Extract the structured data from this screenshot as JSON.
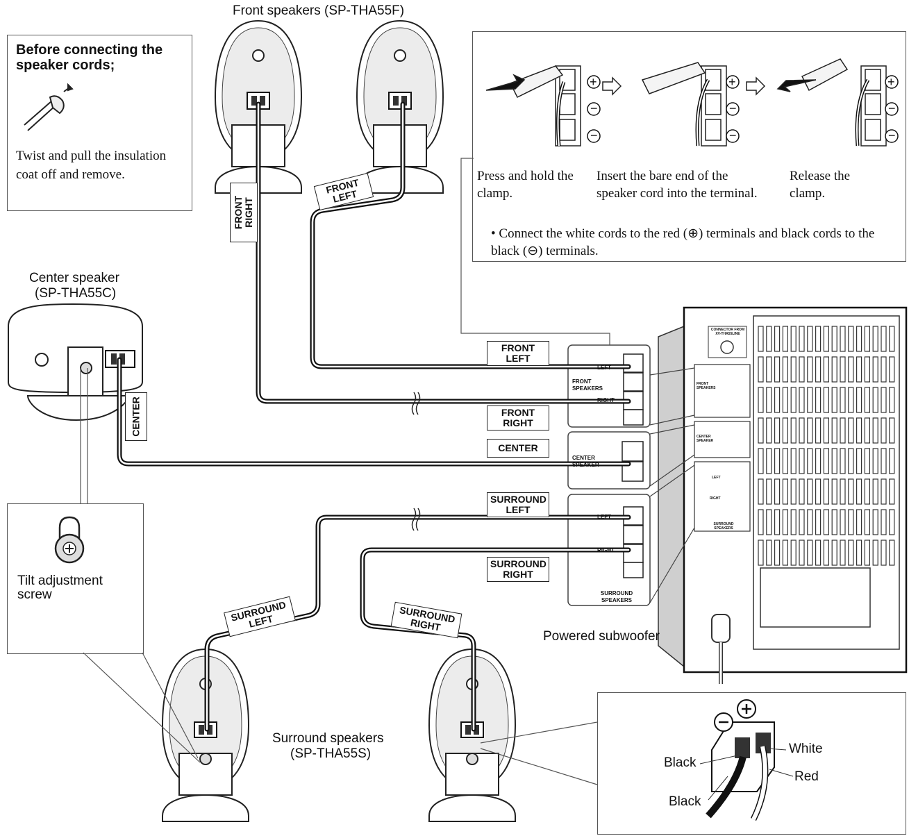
{
  "front_speakers": {
    "label": "Front speakers (SP-THA55F)"
  },
  "center_speaker": {
    "label_line1": "Center speaker",
    "label_line2": "(SP-THA55C)"
  },
  "surround_speakers": {
    "label_line1": "Surround speakers",
    "label_line2": "(SP-THA55S)"
  },
  "subwoofer": {
    "label": "Powered subwoofer",
    "connector_label": "CONNECTOR FROM XV-THA55LINE",
    "front_label": "FRONT SPEAKERS",
    "center_label": "CENTER SPEAKER",
    "surround_label": "SURROUND SPEAKERS",
    "left": "LEFT",
    "right": "RIGHT"
  },
  "prep_box": {
    "title_line1": "Before connecting the",
    "title_line2": "speaker cords;",
    "text": "Twist and pull the insulation coat off and remove."
  },
  "steps_box": {
    "step1": "Press and hold the clamp.",
    "step2": "Insert the bare end of the speaker cord into the terminal.",
    "step3": "Release the clamp.",
    "note": "• Connect the white cords to the red (⊕) terminals and black cords to the black (⊖) terminals."
  },
  "cord_tags": {
    "front_right": "FRONT RIGHT",
    "front_left": "FRONT LEFT",
    "center": "CENTER",
    "surround_left": "SURROUND LEFT",
    "surround_right": "SURROUND RIGHT"
  },
  "panel": {
    "front_left": "FRONT LEFT",
    "front_right": "FRONT RIGHT",
    "center": "CENTER",
    "surround_left": "SURROUND LEFT",
    "surround_right": "SURROUND RIGHT",
    "front_speakers": "FRONT SPEAKERS",
    "center_speaker": "CENTER SPEAKER",
    "surround_speakers": "SURROUND SPEAKERS",
    "left": "LEFT",
    "right": "RIGHT"
  },
  "tilt": {
    "label_line1": "Tilt adjustment",
    "label_line2": "screw"
  },
  "terminal_detail": {
    "black_top": "Black",
    "black_bottom": "Black",
    "white": "White",
    "red": "Red"
  }
}
